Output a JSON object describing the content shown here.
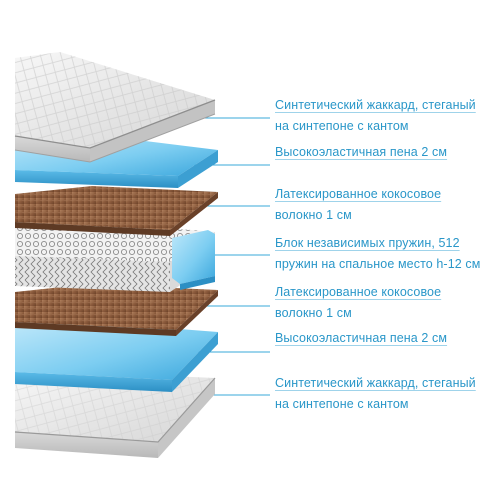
{
  "colors": {
    "label_text": "#2a97c9",
    "leader_line": "#39a9d9",
    "foam": "#6cc6ee",
    "coconut": "#8a5a3c",
    "jacquard": "#e6e6e6"
  },
  "layers": [
    {
      "lines": [
        "Синтетический жаккард, стеганый",
        "на синтепоне с кантом"
      ],
      "material": "jacquard"
    },
    {
      "lines": [
        "Высокоэластичная пена 2 см"
      ],
      "material": "foam"
    },
    {
      "lines": [
        "Латексированное кокосовое",
        "волокно 1 см"
      ],
      "material": "coconut"
    },
    {
      "lines": [
        "Блок независимых пружин, 512",
        "пружин на спальное место h-12 см"
      ],
      "material": "springs"
    },
    {
      "lines": [
        "Латексированное кокосовое",
        "волокно 1 см"
      ],
      "material": "coconut"
    },
    {
      "lines": [
        "Высокоэластичная пена 2 см"
      ],
      "material": "foam"
    },
    {
      "lines": [
        "Синтетический жаккард, стеганый",
        "на синтепоне с кантом"
      ],
      "material": "jacquard"
    }
  ]
}
